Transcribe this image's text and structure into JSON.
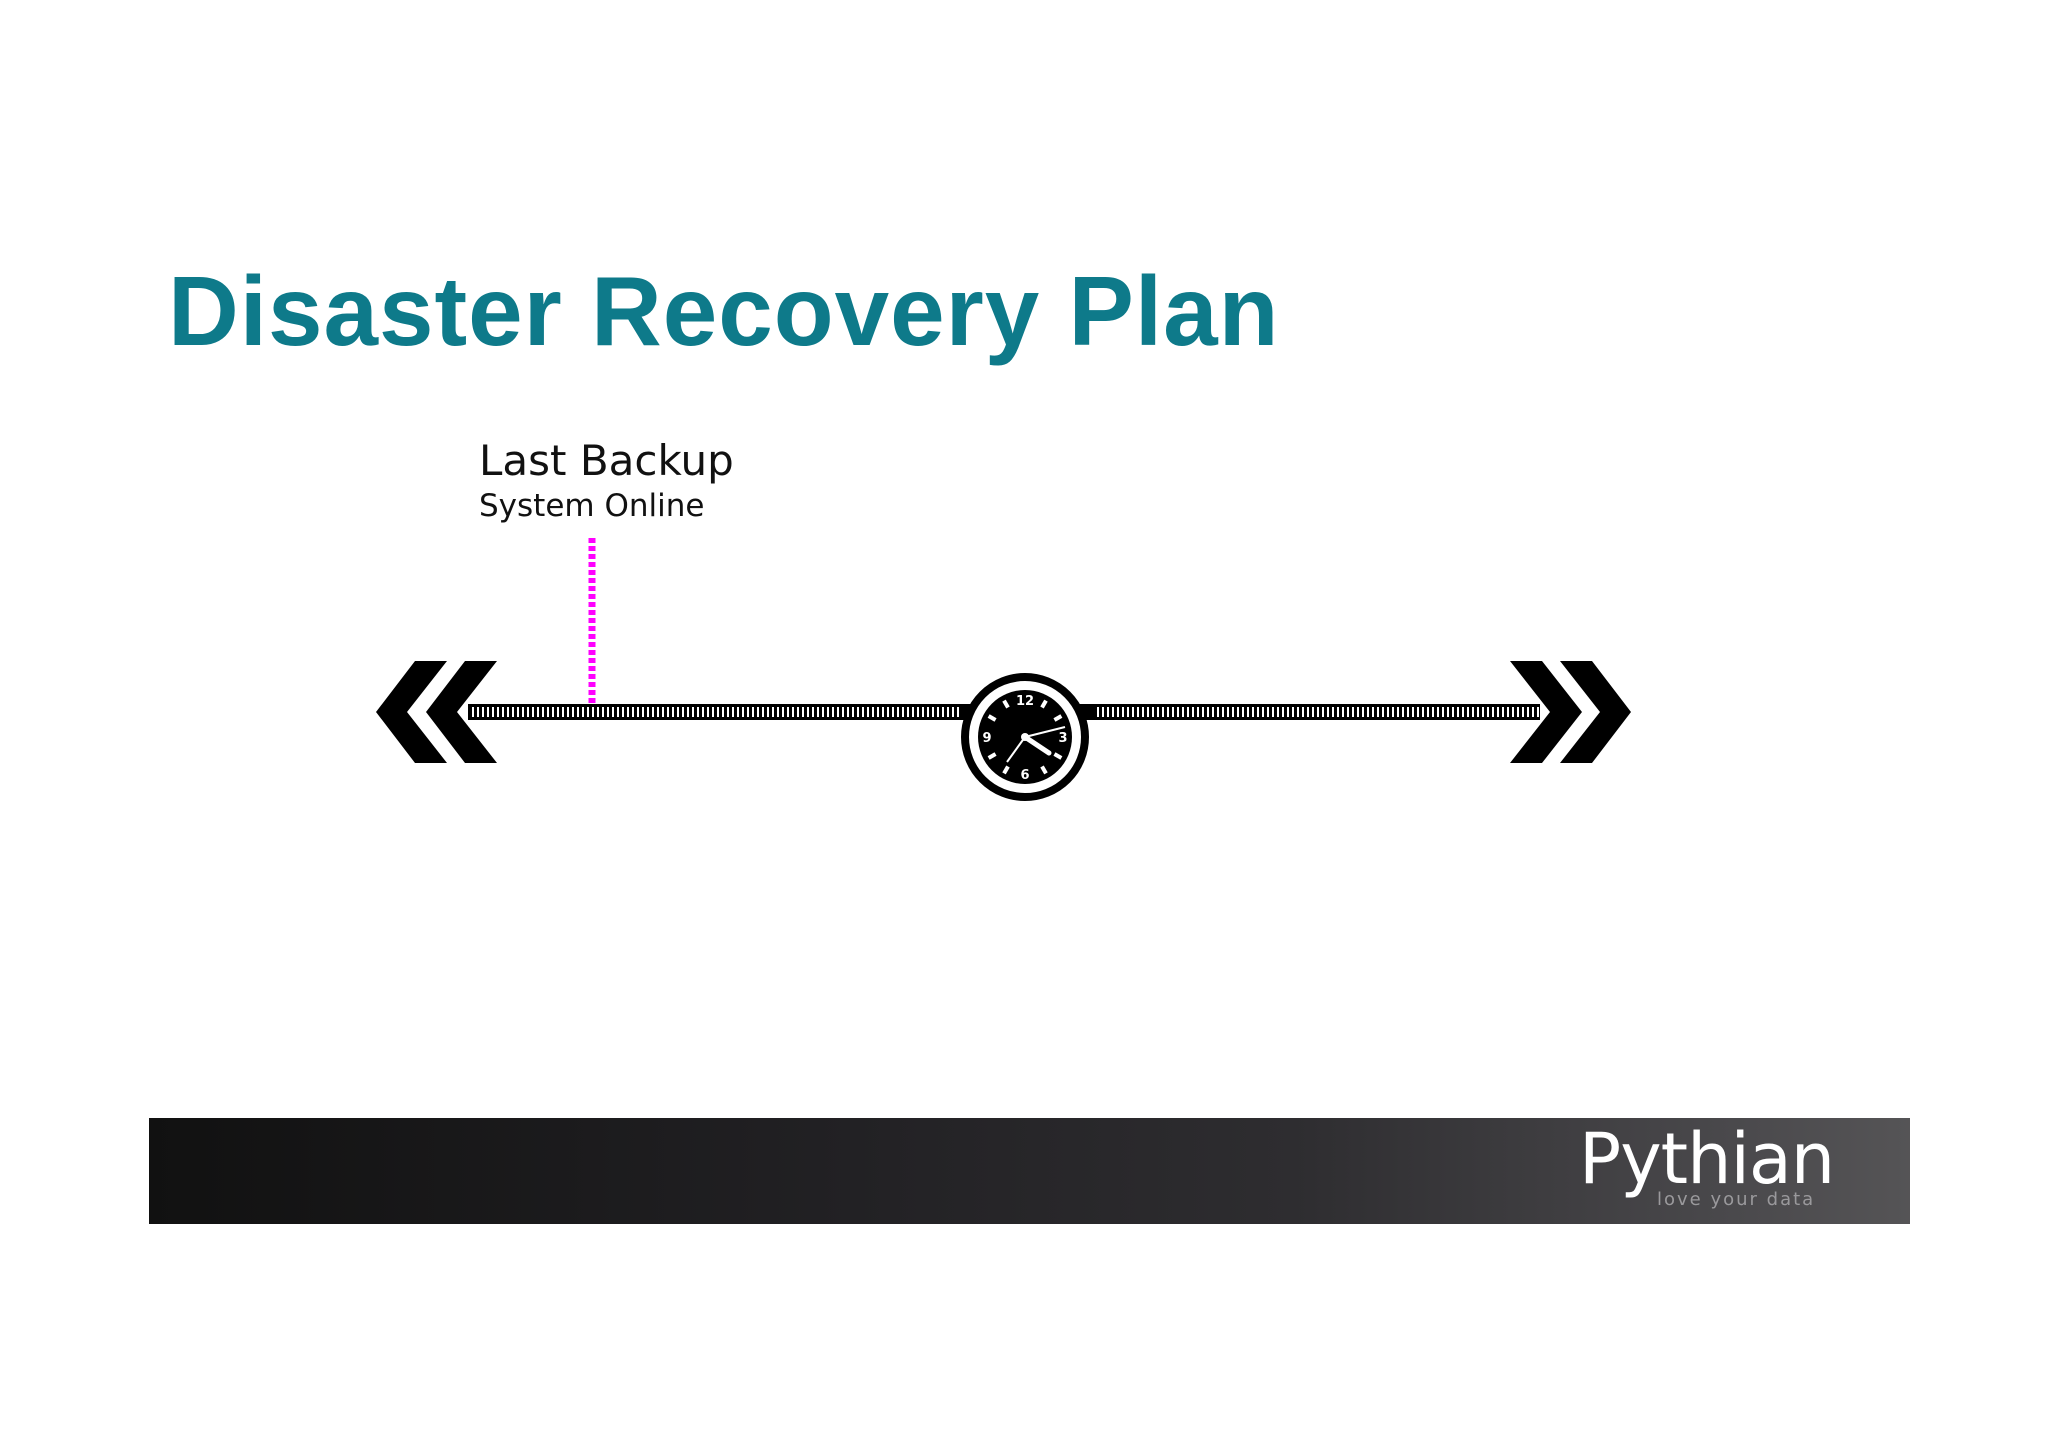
{
  "slide": {
    "title": "Disaster Recovery Plan",
    "title_color": "#0e7a8a"
  },
  "timeline": {
    "marker_label": "Last Backup",
    "marker_sublabel": "System Online",
    "marker_color": "#ff00ff",
    "clock_numbers": [
      "12",
      "3",
      "6",
      "9"
    ]
  },
  "footer": {
    "brand": "Pythian",
    "tagline": "love your data",
    "tagline_color": "#9a999c"
  }
}
